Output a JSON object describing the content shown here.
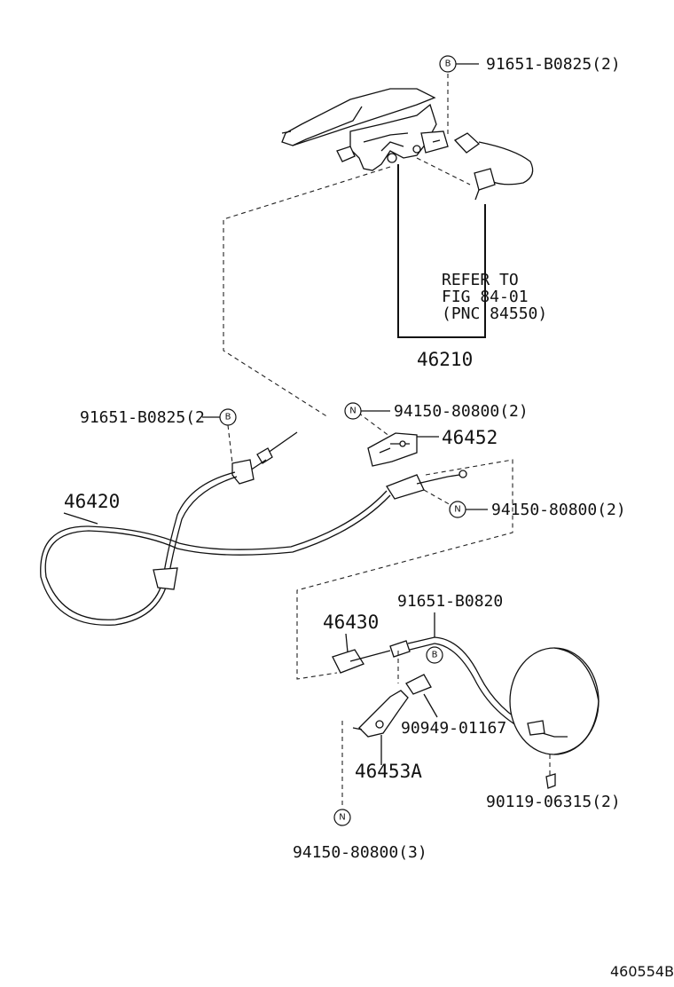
{
  "labels": {
    "part_46210": "46210",
    "part_46420": "46420",
    "part_46430": "46430",
    "part_46452": "46452",
    "part_46453a": "46453A",
    "bolt_top_b": "91651-B0825(2)",
    "bolt_left_b": "91651-B0825(2",
    "bolt_mid_b": "91651-B0820",
    "nut_upper": "94150-80800(2)",
    "nut_right": "94150-80800(2)",
    "nut_bottom": "94150-80800(3)",
    "clip_90949": "90949-01167",
    "bolt_90119": "90119-06315(2)",
    "refer_line1": "REFER TO",
    "refer_line2": "FIG 84-01",
    "refer_line3": "(PNC 84550)",
    "figure_id": "460554B"
  },
  "badges": {
    "b": "B",
    "n": "N"
  }
}
